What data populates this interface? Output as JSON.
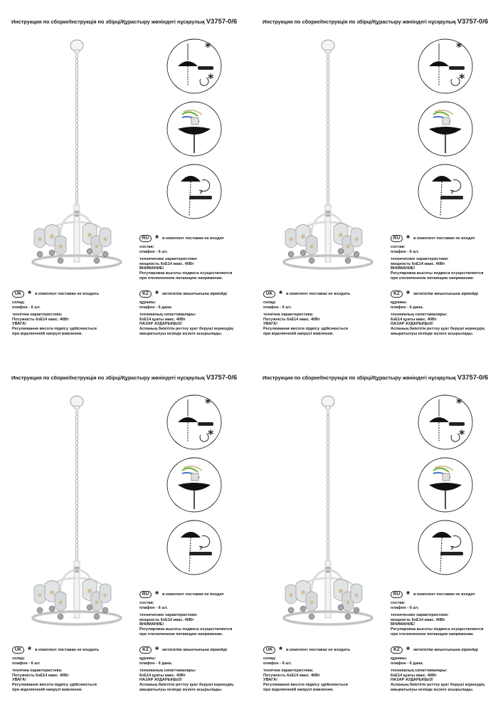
{
  "sheets": [
    {
      "title": "Инструкция по сборке/Інструкція по збірці/Құрастыру жөніндегі нұсқаулық",
      "model": "V3757-0/6",
      "ru": {
        "badge": "RU",
        "star_note": "в комплект поставки не входит",
        "composition_label": "состав:",
        "composition_value": "плафон - 6 шт.",
        "spec_label": "технические характеристики:",
        "spec_value": "мощность 6хЕ14 макс. 40Вт",
        "warning_label": "ВНИМАНИЕ!",
        "warning_line1": "Регулировка высоты подвеса осуществляется",
        "warning_line2": "при отключенном питающем напряжении."
      },
      "uk": {
        "badge": "UK",
        "star_note": "в комплект поставки не входить",
        "composition_label": "склад:",
        "composition_value": "плафон - 6 шт.",
        "spec_label": "технічна характеристика:",
        "spec_value": "Потужність 6хЕ14 макс. 40Вт",
        "warning_label": "УВАГА!",
        "warning_line1": "Регулювання висоти підвісу здійснюється",
        "warning_line2": "при відключеній напрузі живлення."
      },
      "kz": {
        "badge": "KZ",
        "star_note": "жеткізілім жиынтығына кірмейді",
        "composition_label": "құрамы:",
        "composition_value": "плафон - 6 дана.",
        "spec_label": "техникалық сипаттамалары:",
        "spec_value": "6хЕ14 қуаты макс. 40Вт",
        "warning_label": "НАЗАР АУДАРЫҢЫЗ!",
        "warning_line1": "Аспаның биіктігін реттеу қуат беруші кернеудің",
        "warning_line2": "ажыратылуы кезінде жүзеге асырылады."
      }
    },
    {
      "title": "Инструкция по сборке/Інструкція по збірці/Құрастыру жөніндегі нұсқаулық",
      "model": "V3757-0/6",
      "ru": {
        "badge": "RU",
        "star_note": "в комплект поставки не входит",
        "composition_label": "состав:",
        "composition_value": "плафон - 6 шт.",
        "spec_label": "технические характеристики:",
        "spec_value": "мощность 6хЕ14 макс. 40Вт",
        "warning_label": "ВНИМАНИЕ!",
        "warning_line1": "Регулировка высоты подвеса осуществляется",
        "warning_line2": "при отключенном питающем напряжении."
      },
      "uk": {
        "badge": "UK",
        "star_note": "в комплект поставки не входить",
        "composition_label": "склад:",
        "composition_value": "плафон - 6 шт.",
        "spec_label": "технічна характеристика:",
        "spec_value": "Потужність 6хЕ14 макс. 40Вт",
        "warning_label": "УВАГА!",
        "warning_line1": "Регулювання висоти підвісу здійснюється",
        "warning_line2": "при відключеній напрузі живлення."
      },
      "kz": {
        "badge": "KZ",
        "star_note": "жеткізілім жиынтығына кірмейді",
        "composition_label": "құрамы:",
        "composition_value": "плафон - 6 дана.",
        "spec_label": "техникалық сипаттамалары:",
        "spec_value": "6хЕ14 қуаты макс. 40Вт",
        "warning_label": "НАЗАР АУДАРЫҢЫЗ!",
        "warning_line1": "Аспаның биіктігін реттеу қуат беруші кернеудің",
        "warning_line2": "ажыратылуы кезінде жүзеге асырылады."
      }
    },
    {
      "title": "Инструкция по сборке/Інструкція по збірці/Құрастыру жөніндегі нұсқаулық",
      "model": "V3757-0/6",
      "ru": {
        "badge": "RU",
        "star_note": "в комплект поставки не входит",
        "composition_label": "состав:",
        "composition_value": "плафон - 6 шт.",
        "spec_label": "технические характеристики:",
        "spec_value": "мощность 6хЕ14 макс. 40Вт",
        "warning_label": "ВНИМАНИЕ!",
        "warning_line1": "Регулировка высоты подвеса осуществляется",
        "warning_line2": "при отключенном питающем напряжении."
      },
      "uk": {
        "badge": "UK",
        "star_note": "в комплект поставки не входить",
        "composition_label": "склад:",
        "composition_value": "плафон - 6 шт.",
        "spec_label": "технічна характеристика:",
        "spec_value": "Потужність 6хЕ14 макс. 40Вт",
        "warning_label": "УВАГА!",
        "warning_line1": "Регулювання висоти підвісу здійснюється",
        "warning_line2": "при відключеній напрузі живлення."
      },
      "kz": {
        "badge": "KZ",
        "star_note": "жеткізілім жиынтығына кірмейді",
        "composition_label": "құрамы:",
        "composition_value": "плафон - 6 дана.",
        "spec_label": "техникалық сипаттамалары:",
        "spec_value": "6хЕ14 қуаты макс. 40Вт",
        "warning_label": "НАЗАР АУДАРЫҢЫЗ!",
        "warning_line1": "Аспаның биіктігін реттеу қуат беруші кернеудің",
        "warning_line2": "ажыратылуы кезінде жүзеге асырылады."
      }
    },
    {
      "title": "Инструкция по сборке/Інструкція по збірці/Құрастыру жөніндегі нұсқаулық",
      "model": "V3757-0/6",
      "ru": {
        "badge": "RU",
        "star_note": "в комплект поставки не входит",
        "composition_label": "состав:",
        "composition_value": "плафон - 6 шт.",
        "spec_label": "технические характеристики:",
        "spec_value": "мощность 6хЕ14 макс. 40Вт",
        "warning_label": "ВНИМАНИЕ!",
        "warning_line1": "Регулировка высоты подвеса осуществляется",
        "warning_line2": "при отключенном питающем напряжении."
      },
      "uk": {
        "badge": "UK",
        "star_note": "в комплект поставки не входить",
        "composition_label": "склад:",
        "composition_value": "плафон - 6 шт.",
        "spec_label": "технічна характеристика:",
        "spec_value": "Потужність 6хЕ14 макс. 40Вт",
        "warning_label": "УВАГА!",
        "warning_line1": "Регулювання висоти підвісу здійснюється",
        "warning_line2": "при відключеній напрузі живлення."
      },
      "kz": {
        "badge": "KZ",
        "star_note": "жеткізілім жиынтығына кірмейді",
        "composition_label": "құрамы:",
        "composition_value": "плафон - 6 дана.",
        "spec_label": "техникалық сипаттамалары:",
        "spec_value": "6хЕ14 қуаты макс. 40Вт",
        "warning_label": "НАЗАР АУДАРЫҢЫЗ!",
        "warning_line1": "Аспаның биіктігін реттеу қуат беруші кернеудің",
        "warning_line2": "ажыратылуы кезінде жүзеге асырылады."
      }
    }
  ],
  "colors": {
    "ink": "#1a1a1a",
    "fixture_white": "#f4f4f4",
    "glass": "#d9dcdd",
    "chrome": "#9a9a9a",
    "canopy_black": "#111111",
    "wire_green": "#6fae3c",
    "wire_blue": "#4a72c8"
  },
  "icons": [
    "asterisk-icon",
    "screwdriver-icon",
    "rotate-arrow-icon",
    "pendant-chandelier-illustration"
  ]
}
